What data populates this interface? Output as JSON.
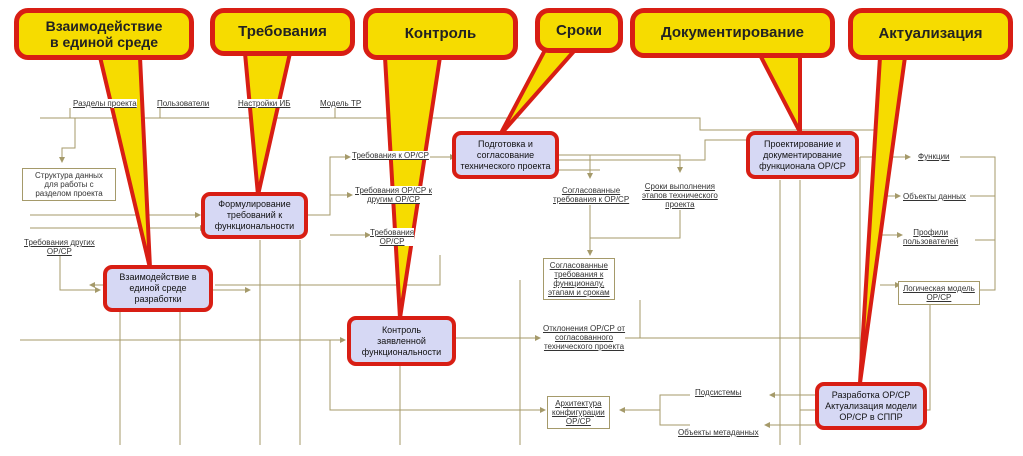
{
  "callouts": {
    "interaction": "Взаимодействие\nв единой среде",
    "requirements": "Требования",
    "control": "Контроль",
    "deadlines": "Сроки",
    "documentation": "Документирование",
    "actualization": "Актуализация"
  },
  "process_boxes": {
    "interaction": "Взаимодействие в\nединой среде\nразработки",
    "requirements": "Формулирование\nтребований к\nфункциональности",
    "control": "Контроль\nзаявленной\nфункциональности",
    "deadlines": "Подготовка и\nсогласование\nтехнического проекта",
    "documentation": "Проектирование и\nдокументирование\nфункционала ОР/СР",
    "actualization": "Разработка ОР/СР\nАктуализация модели\nОР/СР в СППР"
  },
  "labels": {
    "top_sections": "Разделы проекта",
    "top_users": "Пользователи",
    "top_ib": "Настройки ИБ",
    "top_model": "Модель ТР",
    "data_structure": "Структура данных\nдля работы с\nразделом проекта",
    "other_reqs": "Требования других\nОР/СР",
    "reqs_orcp": "Требования к ОР/СР",
    "reqs_other": "Требования ОР/СР к\nдругим ОР/СР",
    "reqs_short": "Требования\nОР/СР",
    "agreed_reqs": "Согласованные\nтребования к ОР/СР",
    "stage_deadlines": "Сроки выполнения\nэтапов технического\nпроекта",
    "agreed_full": "Согласованные\nтребования к\nфункционалу,\nэтапам и срокам",
    "deviations": "Отклонения ОР/СР от\nсогласованного\nтехнического проекта",
    "functions": "Функции",
    "data_objects": "Объекты данных",
    "profiles": "Профили\nпользователей",
    "logic_model": "Логическая модель\nОР/СР",
    "subsystems": "Подсистемы",
    "metadata": "Объекты метаданных",
    "architecture": "Архитектура\nконфигурации\nОР/СР"
  },
  "colors": {
    "callout_fill": "#f6dc00",
    "callout_border": "#d81e14",
    "box_fill": "#d6d8f4",
    "wire": "#a59a6a"
  }
}
